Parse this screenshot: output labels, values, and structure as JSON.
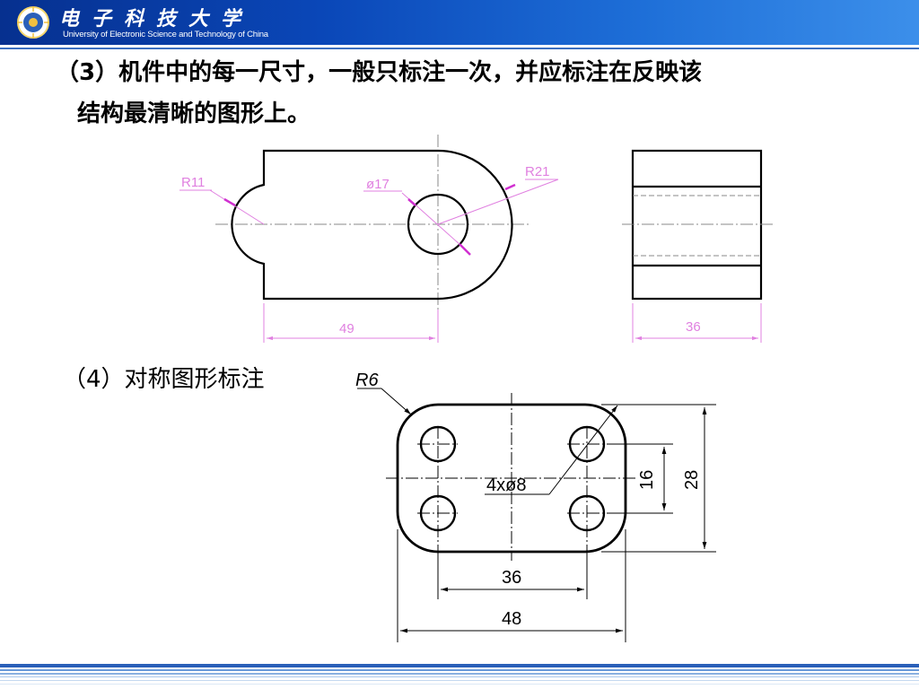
{
  "header": {
    "university_cn": "电子科技大学",
    "university_en": "University of Electronic Science and Technology of China"
  },
  "content": {
    "rule3_line1": "（3）机件中的每一尺寸，一般只标注一次，并应标注在反映该",
    "rule3_line2": "结构最清晰的图形上。",
    "rule4": "（4）对称图形标注"
  },
  "figure1": {
    "dims": {
      "r_left": "R11",
      "hole_dia": "ø17",
      "r_right": "R21",
      "length": "49",
      "side_width": "36"
    }
  },
  "figure2": {
    "dims": {
      "corner_radius": "R6",
      "holes": "4xø8",
      "hole_vspacing": "16",
      "height": "28",
      "hole_hspacing": "36",
      "width": "48"
    }
  },
  "colors": {
    "header_dark": "#06308f",
    "header_light": "#3c8fea",
    "dimension_pink": "#e080e0",
    "footer_blue": "#3b6fc0"
  },
  "icons": [
    "university-logo-icon"
  ]
}
